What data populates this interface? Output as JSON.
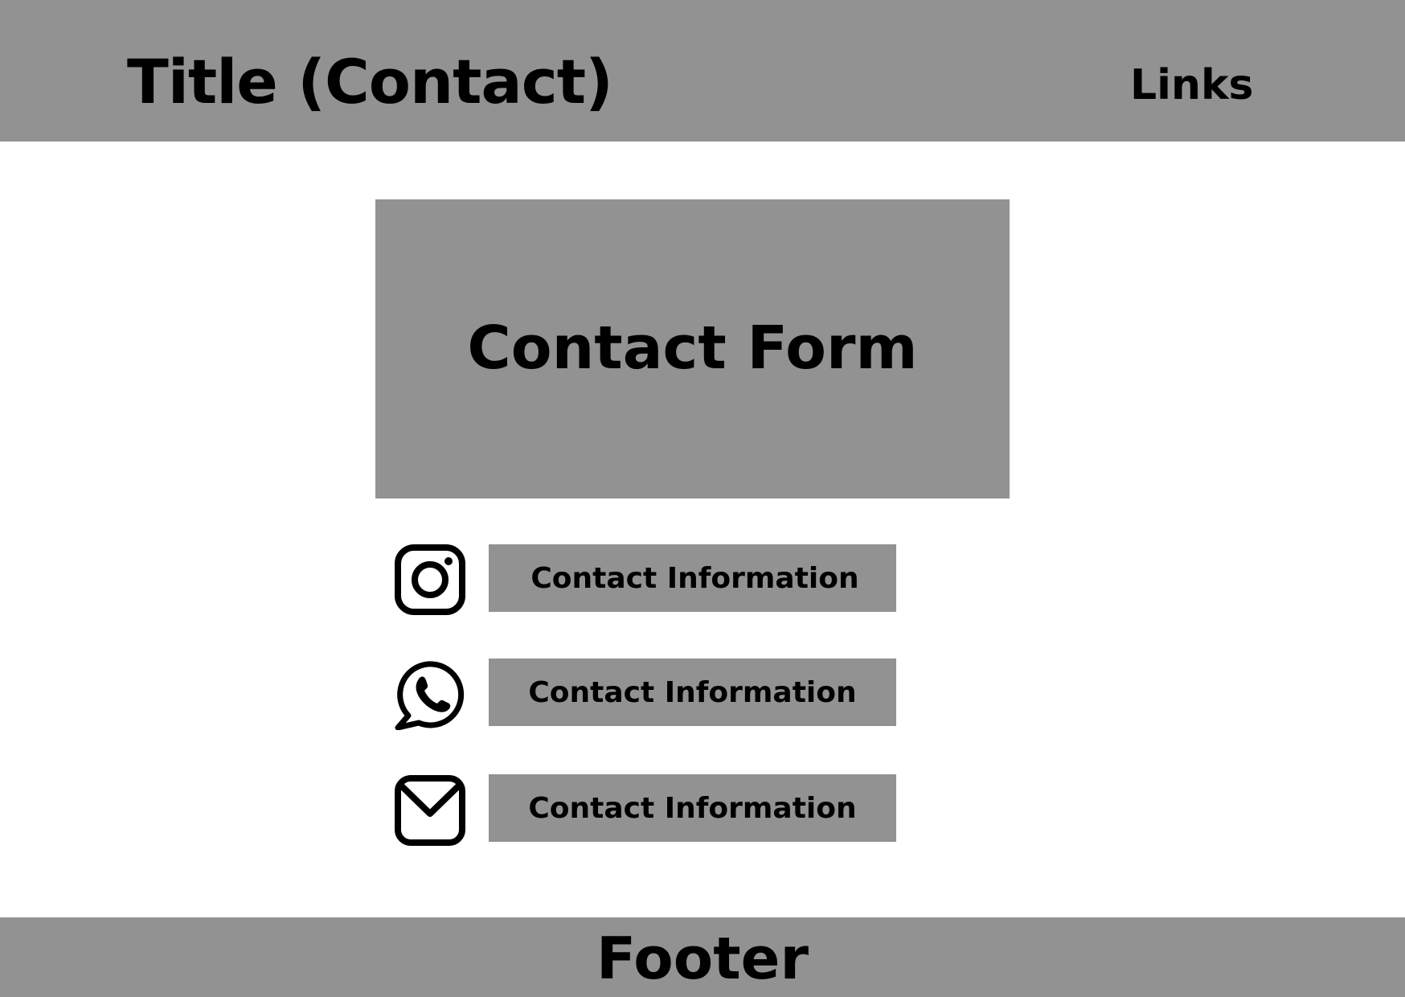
{
  "header": {
    "title": "Title (Contact)",
    "links_label": "Links"
  },
  "main": {
    "form_label": "Contact Form",
    "contacts": [
      {
        "icon": "instagram-icon",
        "label": "Contact Information"
      },
      {
        "icon": "whatsapp-icon",
        "label": "Contact Information"
      },
      {
        "icon": "mail-icon",
        "label": "Contact Information"
      }
    ]
  },
  "footer": {
    "label": "Footer"
  },
  "colors": {
    "block_gray": "#929292",
    "background": "#ffffff",
    "text": "#000000"
  }
}
